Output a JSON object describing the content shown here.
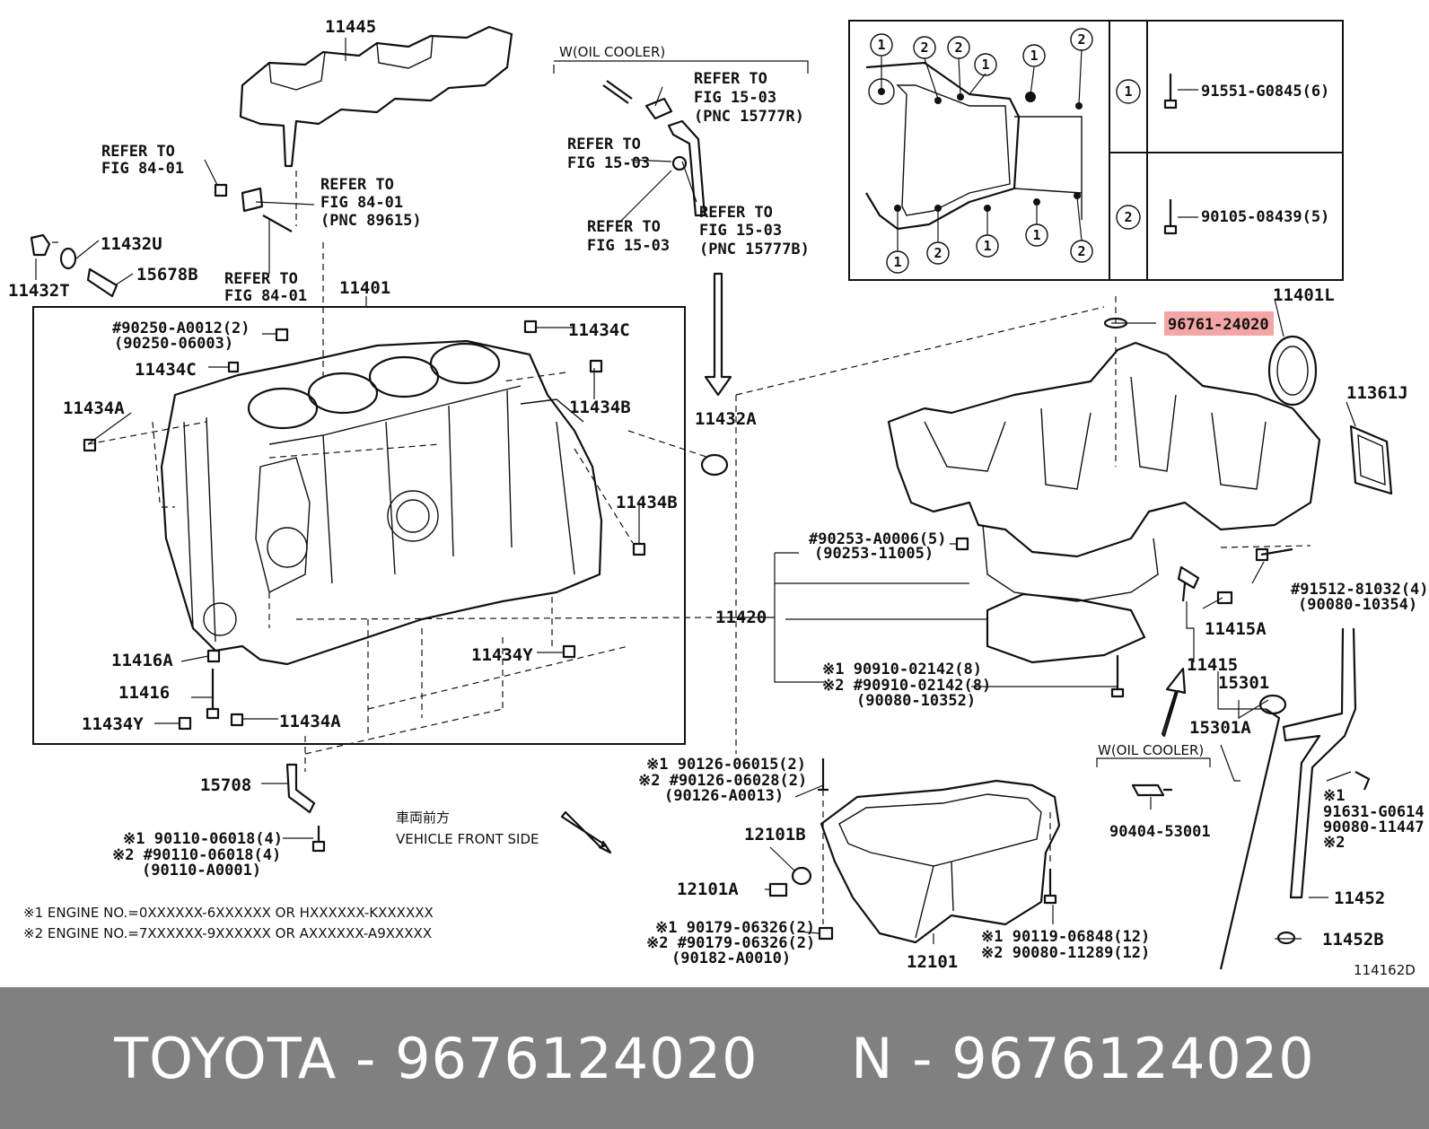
{
  "labels": {
    "p11445": "11445",
    "p11401": "11401",
    "p11432U": "11432U",
    "p11432T": "11432T",
    "p15678B": "15678B",
    "p90250a": "#90250-A0012(2)",
    "p90250b": "(90250-06003)",
    "p11434C_top": "11434C",
    "p11434C_left": "11434C",
    "p11434A_left": "11434A",
    "p11434B_top": "11434B",
    "p11434B_right": "11434B",
    "p11432A": "11432A",
    "p11416A": "11416A",
    "p11416": "11416",
    "p11434Y_left": "11434Y",
    "p11434A_bottom": "11434A",
    "p11434Y_mid": "11434Y",
    "p15708": "15708",
    "p11420": "11420",
    "p11401L": "11401L",
    "p11361J": "11361J",
    "p96761": "96761-24020",
    "p90253a": "#90253-A0006(5)",
    "p90253b": "(90253-11005)",
    "p91512a": "#91512-81032(4)",
    "p91512b": "(90080-10354)",
    "p11415A": "11415A",
    "p11415": "11415",
    "p90910a": "※1 90910-02142(8)",
    "p90910b": "※2 #90910-02142(8)",
    "p90910c": "(90080-10352)",
    "p15301": "15301",
    "p15301A": "15301A",
    "p90404": "90404-53001",
    "p91631a": "※1",
    "p91631b": "91631-G0614",
    "p91631c": "90080-11447",
    "p91631d": "※2",
    "p11452": "11452",
    "p11452B": "11452B",
    "p90126a": "※1 90126-06015(2)",
    "p90126b": "※2 #90126-06028(2)",
    "p90126c": "(90126-A0013)",
    "p12101B": "12101B",
    "p12101A": "12101A",
    "p90179a": "※1 90179-06326(2)",
    "p90179b": "※2 #90179-06326(2)",
    "p90179c": "(90182-A0010)",
    "p12101": "12101",
    "p90119a": "※1 90119-06848(12)",
    "p90119b": "※2 90080-11289(12)",
    "p90110a": "※1 90110-06018(4)",
    "p90110b": "※2 #90110-06018(4)",
    "p90110c": "(90110-A0001)",
    "p91551": "91551-G0845(6)",
    "p90105": "90105-08439(5)",
    "fig_id": "114162D"
  },
  "refer": {
    "r84_a1": "REFER TO",
    "r84_a2": "FIG 84-01",
    "r84_b1": "REFER TO",
    "r84_b2": "FIG 84-01",
    "r84_b3": "(PNC 89615)",
    "r84_c1": "REFER TO",
    "r84_c2": "FIG 84-01",
    "r15_a1": "REFER TO",
    "r15_a2": "FIG 15-03",
    "r15_a3": "(PNC 15777R)",
    "r15_b1": "REFER TO",
    "r15_b2": "FIG 15-03",
    "r15_c1": "REFER TO",
    "r15_c2": "FIG 15-03",
    "r15_d1": "REFER TO",
    "r15_d2": "FIG 15-03",
    "r15_d3": "(PNC 15777B)"
  },
  "headings": {
    "oil_cooler_top": "W(OIL COOLER)",
    "oil_cooler_bottom": "W(OIL COOLER)",
    "front_jp": "車両前方",
    "front_en": "VEHICLE FRONT SIDE"
  },
  "notes": {
    "note1": "※1 ENGINE NO.=0XXXXXX-6XXXXXX OR HXXXXXX-KXXXXXX",
    "note2": "※2 ENGINE NO.=7XXXXXX-9XXXXXX OR AXXXXXX-A9XXXXX"
  },
  "legend": {
    "one": "1",
    "two": "2"
  },
  "colors": {
    "highlight": "#f4a6a6",
    "footer_bg": "#808080",
    "footer_text": "#ffffff"
  },
  "footer": {
    "text": "TOYOTA - 9676124020     N - 9676124020"
  }
}
